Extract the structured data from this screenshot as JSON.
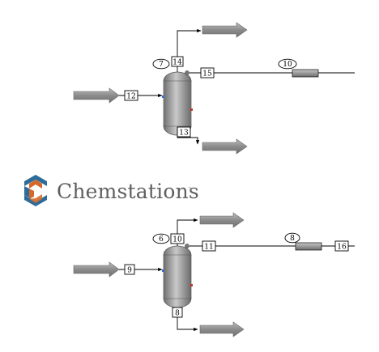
{
  "logo": {
    "name": "Chemstations",
    "trademark": "™"
  },
  "colors": {
    "equipment": "#9a9a9a",
    "arrow": "#8f8f8f",
    "logo_blue": "#2c6c9a",
    "logo_orange": "#d4692a",
    "logo_text": "#5f6062"
  },
  "top_flowsheet": {
    "vessel_id": "7",
    "valve_id": "10",
    "streams": {
      "feed": "12",
      "vapor_out": "14",
      "bottoms_out": "13",
      "side_out": "15"
    }
  },
  "bottom_flowsheet": {
    "vessel_id": "6",
    "valve_id": "8",
    "streams": {
      "feed": "9",
      "vapor_out": "10",
      "bottoms_out": "8",
      "side_out": "11",
      "valve_out": "16"
    }
  }
}
